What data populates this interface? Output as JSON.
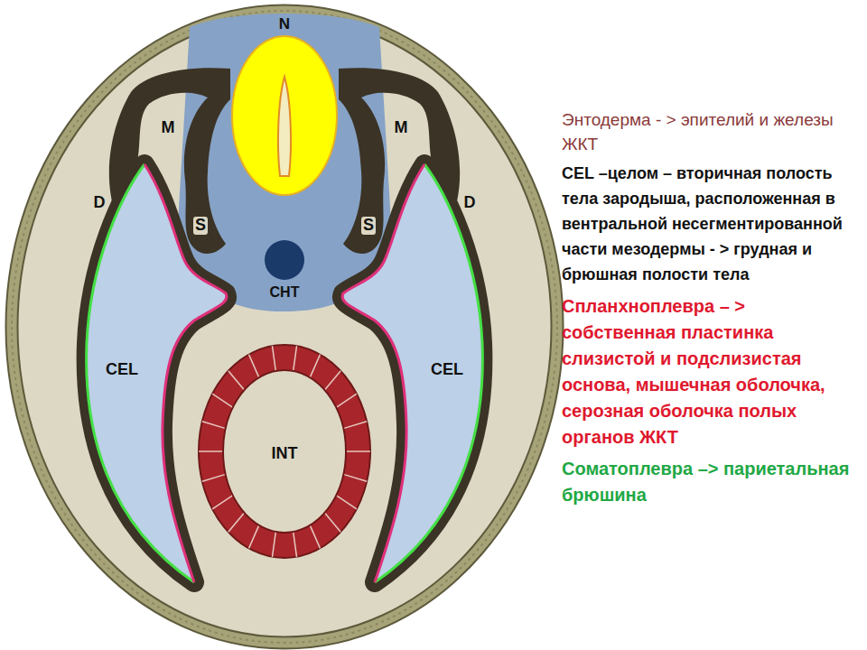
{
  "diagram": {
    "labels": [
      "N",
      "M",
      "M",
      "D",
      "D",
      "S",
      "S",
      "CHT",
      "CEL",
      "CEL",
      "INT",
      "Энтодерма - > эпителий и железы ЖКТ",
      "CEL –целом – вторичная полость тела зародыша, расположенная в вентральной несегментированной части мезодермы - > грудная и брюшная полости тела",
      "Спланхноплевра – > собственная пластинка слизистой и подслизистая основа, мышечная оболочка, серозная оболочка полых органов ЖКТ",
      "Соматоплевра –> париетальная брюшина"
    ]
  }
}
